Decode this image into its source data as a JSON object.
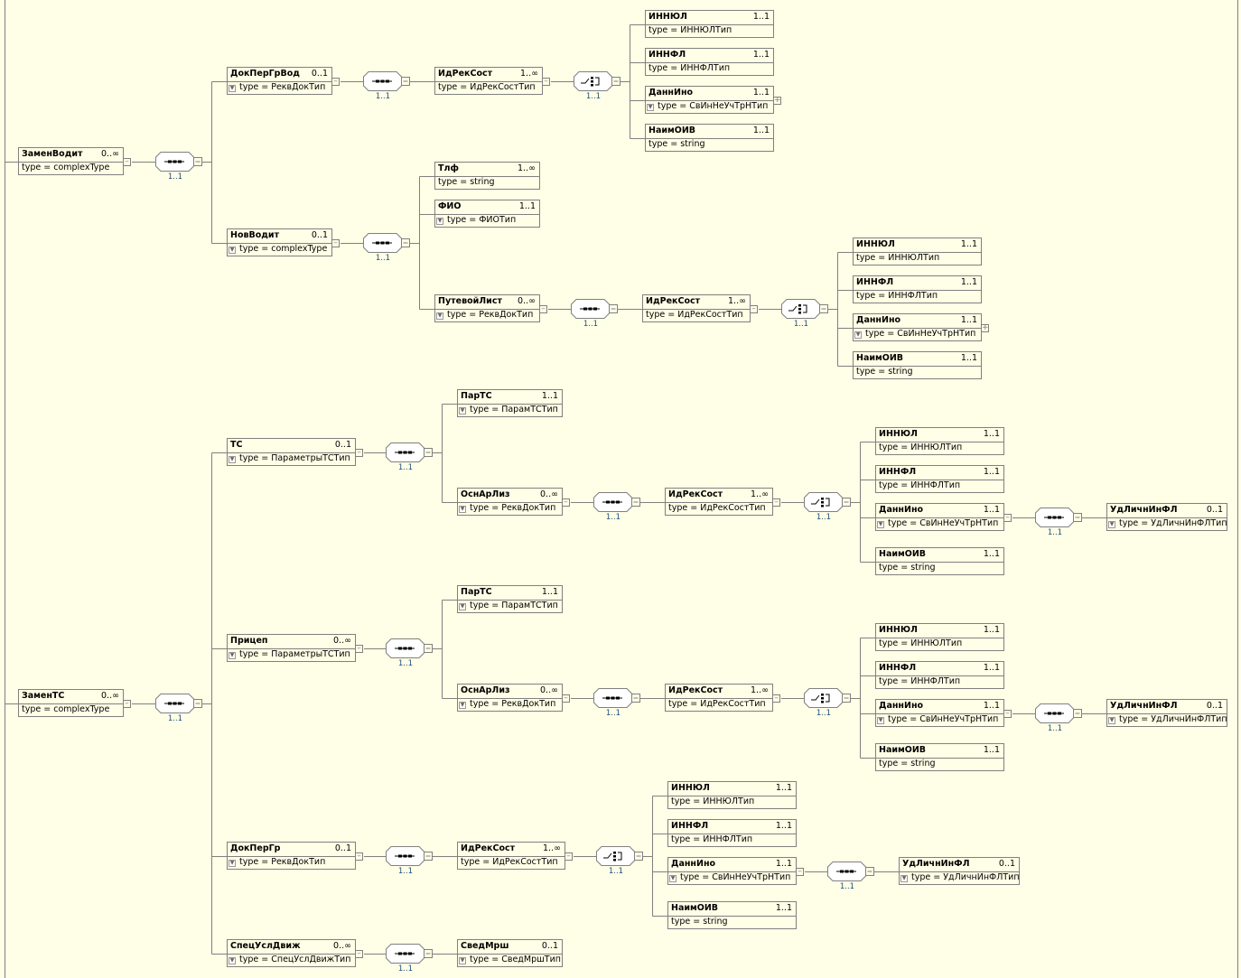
{
  "colors": {
    "background": "#fffee6",
    "border": "#808080",
    "multiplicity": "#1f4e79"
  },
  "compositor_icons": {
    "sequence": "sequence-icon",
    "choice": "choice-icon"
  },
  "elements": [
    {
      "name": "ЗаменВодит",
      "occurs": "0..∞",
      "type": "type = complexType"
    },
    {
      "name": "ДокПерГрВод",
      "occurs": "0..1",
      "type": "type = РеквДокТип"
    },
    {
      "name": "ИдРекСост",
      "occurs": "1..∞",
      "type": "type = ИдРекСостТип"
    },
    {
      "name": "ИННЮЛ",
      "occurs": "1..1",
      "type": "type = ИННЮЛТип"
    },
    {
      "name": "ИННФЛ",
      "occurs": "1..1",
      "type": "type = ИННФЛТип"
    },
    {
      "name": "ДаннИно",
      "occurs": "1..1",
      "type": "type = СвИнНеУчТрНТип"
    },
    {
      "name": "НаимОИВ",
      "occurs": "1..1",
      "type": "type = string"
    },
    {
      "name": "НовВодит",
      "occurs": "0..1",
      "type": "type = complexType"
    },
    {
      "name": "Тлф",
      "occurs": "1..∞",
      "type": "type = string"
    },
    {
      "name": "ФИО",
      "occurs": "1..1",
      "type": "type = ФИОТип"
    },
    {
      "name": "ПутевойЛист",
      "occurs": "0..∞",
      "type": "type = РеквДокТип"
    },
    {
      "name": "ИдРекСост",
      "occurs": "1..∞",
      "type": "type = ИдРекСостТип"
    },
    {
      "name": "ИННЮЛ",
      "occurs": "1..1",
      "type": "type = ИННЮЛТип"
    },
    {
      "name": "ИННФЛ",
      "occurs": "1..1",
      "type": "type = ИННФЛТип"
    },
    {
      "name": "ДаннИно",
      "occurs": "1..1",
      "type": "type = СвИнНеУчТрНТип"
    },
    {
      "name": "НаимОИВ",
      "occurs": "1..1",
      "type": "type = string"
    },
    {
      "name": "ЗаменТС",
      "occurs": "0..∞",
      "type": "type = complexType"
    },
    {
      "name": "ТС",
      "occurs": "0..1",
      "type": "type = ПараметрыТСТип"
    },
    {
      "name": "ПарТС",
      "occurs": "1..1",
      "type": "type = ПарамТСТип"
    },
    {
      "name": "ОснАрЛиз",
      "occurs": "0..∞",
      "type": "type = РеквДокТип"
    },
    {
      "name": "ИдРекСост",
      "occurs": "1..∞",
      "type": "type = ИдРекСостТип"
    },
    {
      "name": "ИННЮЛ",
      "occurs": "1..1",
      "type": "type = ИННЮЛТип"
    },
    {
      "name": "ИННФЛ",
      "occurs": "1..1",
      "type": "type = ИННФЛТип"
    },
    {
      "name": "ДаннИно",
      "occurs": "1..1",
      "type": "type = СвИнНеУчТрНТип"
    },
    {
      "name": "НаимОИВ",
      "occurs": "1..1",
      "type": "type = string"
    },
    {
      "name": "УдЛичнИнФЛ",
      "occurs": "0..1",
      "type": "type = УдЛичнИнФЛТип"
    },
    {
      "name": "Прицеп",
      "occurs": "0..∞",
      "type": "type = ПараметрыТСТип"
    },
    {
      "name": "ПарТС",
      "occurs": "1..1",
      "type": "type = ПарамТСТип"
    },
    {
      "name": "ОснАрЛиз",
      "occurs": "0..∞",
      "type": "type = РеквДокТип"
    },
    {
      "name": "ИдРекСост",
      "occurs": "1..∞",
      "type": "type = ИдРекСостТип"
    },
    {
      "name": "ИННЮЛ",
      "occurs": "1..1",
      "type": "type = ИННЮЛТип"
    },
    {
      "name": "ИННФЛ",
      "occurs": "1..1",
      "type": "type = ИННФЛТип"
    },
    {
      "name": "ДаннИно",
      "occurs": "1..1",
      "type": "type = СвИнНеУчТрНТип"
    },
    {
      "name": "НаимОИВ",
      "occurs": "1..1",
      "type": "type = string"
    },
    {
      "name": "УдЛичнИнФЛ",
      "occurs": "0..1",
      "type": "type = УдЛичнИнФЛТип"
    },
    {
      "name": "ДокПерГр",
      "occurs": "0..1",
      "type": "type = РеквДокТип"
    },
    {
      "name": "ИдРекСост",
      "occurs": "1..∞",
      "type": "type = ИдРекСостТип"
    },
    {
      "name": "ИННЮЛ",
      "occurs": "1..1",
      "type": "type = ИННЮЛТип"
    },
    {
      "name": "ИННФЛ",
      "occurs": "1..1",
      "type": "type = ИННФЛТип"
    },
    {
      "name": "ДаннИно",
      "occurs": "1..1",
      "type": "type = СвИнНеУчТрНТип"
    },
    {
      "name": "НаимОИВ",
      "occurs": "1..1",
      "type": "type = string"
    },
    {
      "name": "УдЛичнИнФЛ",
      "occurs": "0..1",
      "type": "type = УдЛичнИнФЛТип"
    },
    {
      "name": "СпецУслДвиж",
      "occurs": "0..∞",
      "type": "type = СпецУслДвижТип"
    },
    {
      "name": "СведМрш",
      "occurs": "0..1",
      "type": "type = СведМршТип"
    }
  ],
  "compositors": [
    {
      "kind": "sequence",
      "occurs": "1..1"
    },
    {
      "kind": "sequence",
      "occurs": "1..1"
    },
    {
      "kind": "choice",
      "occurs": "1..1"
    },
    {
      "kind": "sequence",
      "occurs": "1..1"
    },
    {
      "kind": "sequence",
      "occurs": "1..1"
    },
    {
      "kind": "choice",
      "occurs": "1..1"
    },
    {
      "kind": "sequence",
      "occurs": "1..1"
    },
    {
      "kind": "sequence",
      "occurs": "1..1"
    },
    {
      "kind": "choice",
      "occurs": "1..1"
    },
    {
      "kind": "sequence",
      "occurs": "1..1"
    },
    {
      "kind": "sequence",
      "occurs": "1..1"
    },
    {
      "kind": "sequence",
      "occurs": "1..1"
    },
    {
      "kind": "choice",
      "occurs": "1..1"
    },
    {
      "kind": "sequence",
      "occurs": "1..1"
    },
    {
      "kind": "sequence",
      "occurs": "1..1"
    },
    {
      "kind": "sequence",
      "occurs": "1..1"
    },
    {
      "kind": "choice",
      "occurs": "1..1"
    },
    {
      "kind": "sequence",
      "occurs": "1..1"
    },
    {
      "kind": "sequence",
      "occurs": "1..1"
    }
  ]
}
